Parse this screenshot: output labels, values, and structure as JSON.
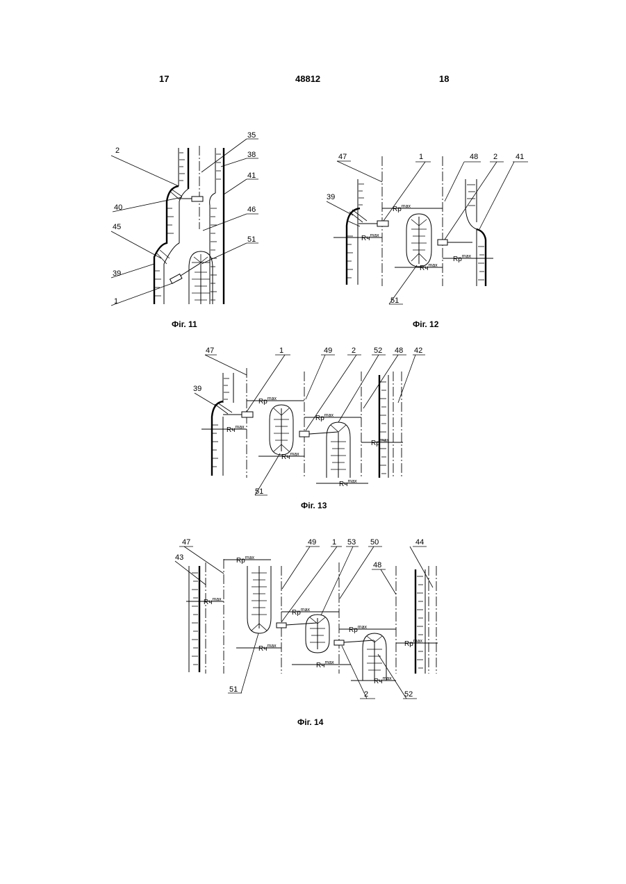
{
  "header": {
    "left_page": "17",
    "patent_number": "48812",
    "right_page": "18"
  },
  "captions": {
    "fig11": "Фіг. 11",
    "fig12": "Фіг. 12",
    "fig13": "Фіг. 13",
    "fig14": "Фіг. 14"
  },
  "fig11": {
    "labels": [
      "35",
      "2",
      "38",
      "41",
      "40",
      "46",
      "45",
      "51",
      "39",
      "1"
    ]
  },
  "fig12": {
    "labels": [
      "47",
      "1",
      "48",
      "2",
      "41",
      "39",
      "51"
    ],
    "radii": {
      "rp": "Rp",
      "rc": "Rч",
      "sup": "max"
    }
  },
  "fig13": {
    "labels": [
      "47",
      "1",
      "49",
      "2",
      "52",
      "48",
      "42",
      "39",
      "51"
    ],
    "radii": {
      "rp": "Rp",
      "rc": "Rч",
      "sup": "max"
    }
  },
  "fig14": {
    "labels": [
      "47",
      "49",
      "1",
      "53",
      "50",
      "44",
      "43",
      "48",
      "51",
      "2",
      "52"
    ],
    "radii": {
      "rp": "Rp",
      "rc": "Rч",
      "sup": "max"
    }
  },
  "colors": {
    "ink": "#000000",
    "paper": "#ffffff"
  }
}
